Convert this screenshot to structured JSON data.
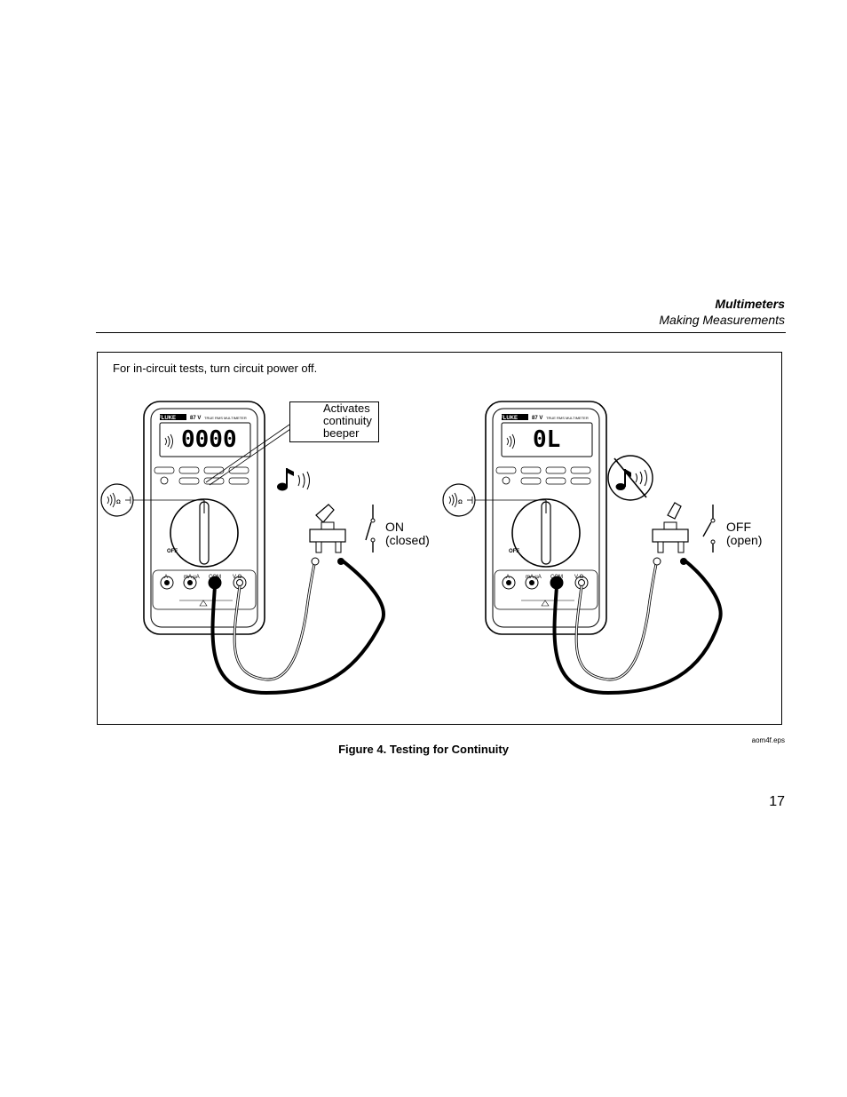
{
  "header": {
    "title": "Multimeters",
    "subtitle": "Making Measurements"
  },
  "figure": {
    "note": "For in-circuit tests, turn circuit power off.",
    "callout": "Activates continuity beeper",
    "callout_lines": [
      "Activates",
      "continuity",
      "beeper"
    ],
    "left_meter": {
      "display": "0000",
      "brand": "FLUKE",
      "model": "87 V",
      "subtitle": "TRUE RMS MULTIMETER",
      "off_label": "OFF",
      "jacks": [
        "A",
        "mA µA",
        "COM",
        "V Ω"
      ]
    },
    "right_meter": {
      "display": "0L",
      "brand": "FLUKE",
      "model": "87 V",
      "subtitle": "TRUE RMS MULTIMETER",
      "off_label": "OFF",
      "jacks": [
        "A",
        "mA µA",
        "COM",
        "V Ω"
      ]
    },
    "switch_on": [
      "ON",
      "(closed)"
    ],
    "switch_off": [
      "OFF",
      "(open)"
    ],
    "file_name": "aom4f.eps",
    "caption": "Figure 4. Testing for Continuity"
  },
  "page_number": "17",
  "icons": [
    "beeper-icon",
    "ohm-icon",
    "music-note-icon",
    "muted-note-icon"
  ]
}
